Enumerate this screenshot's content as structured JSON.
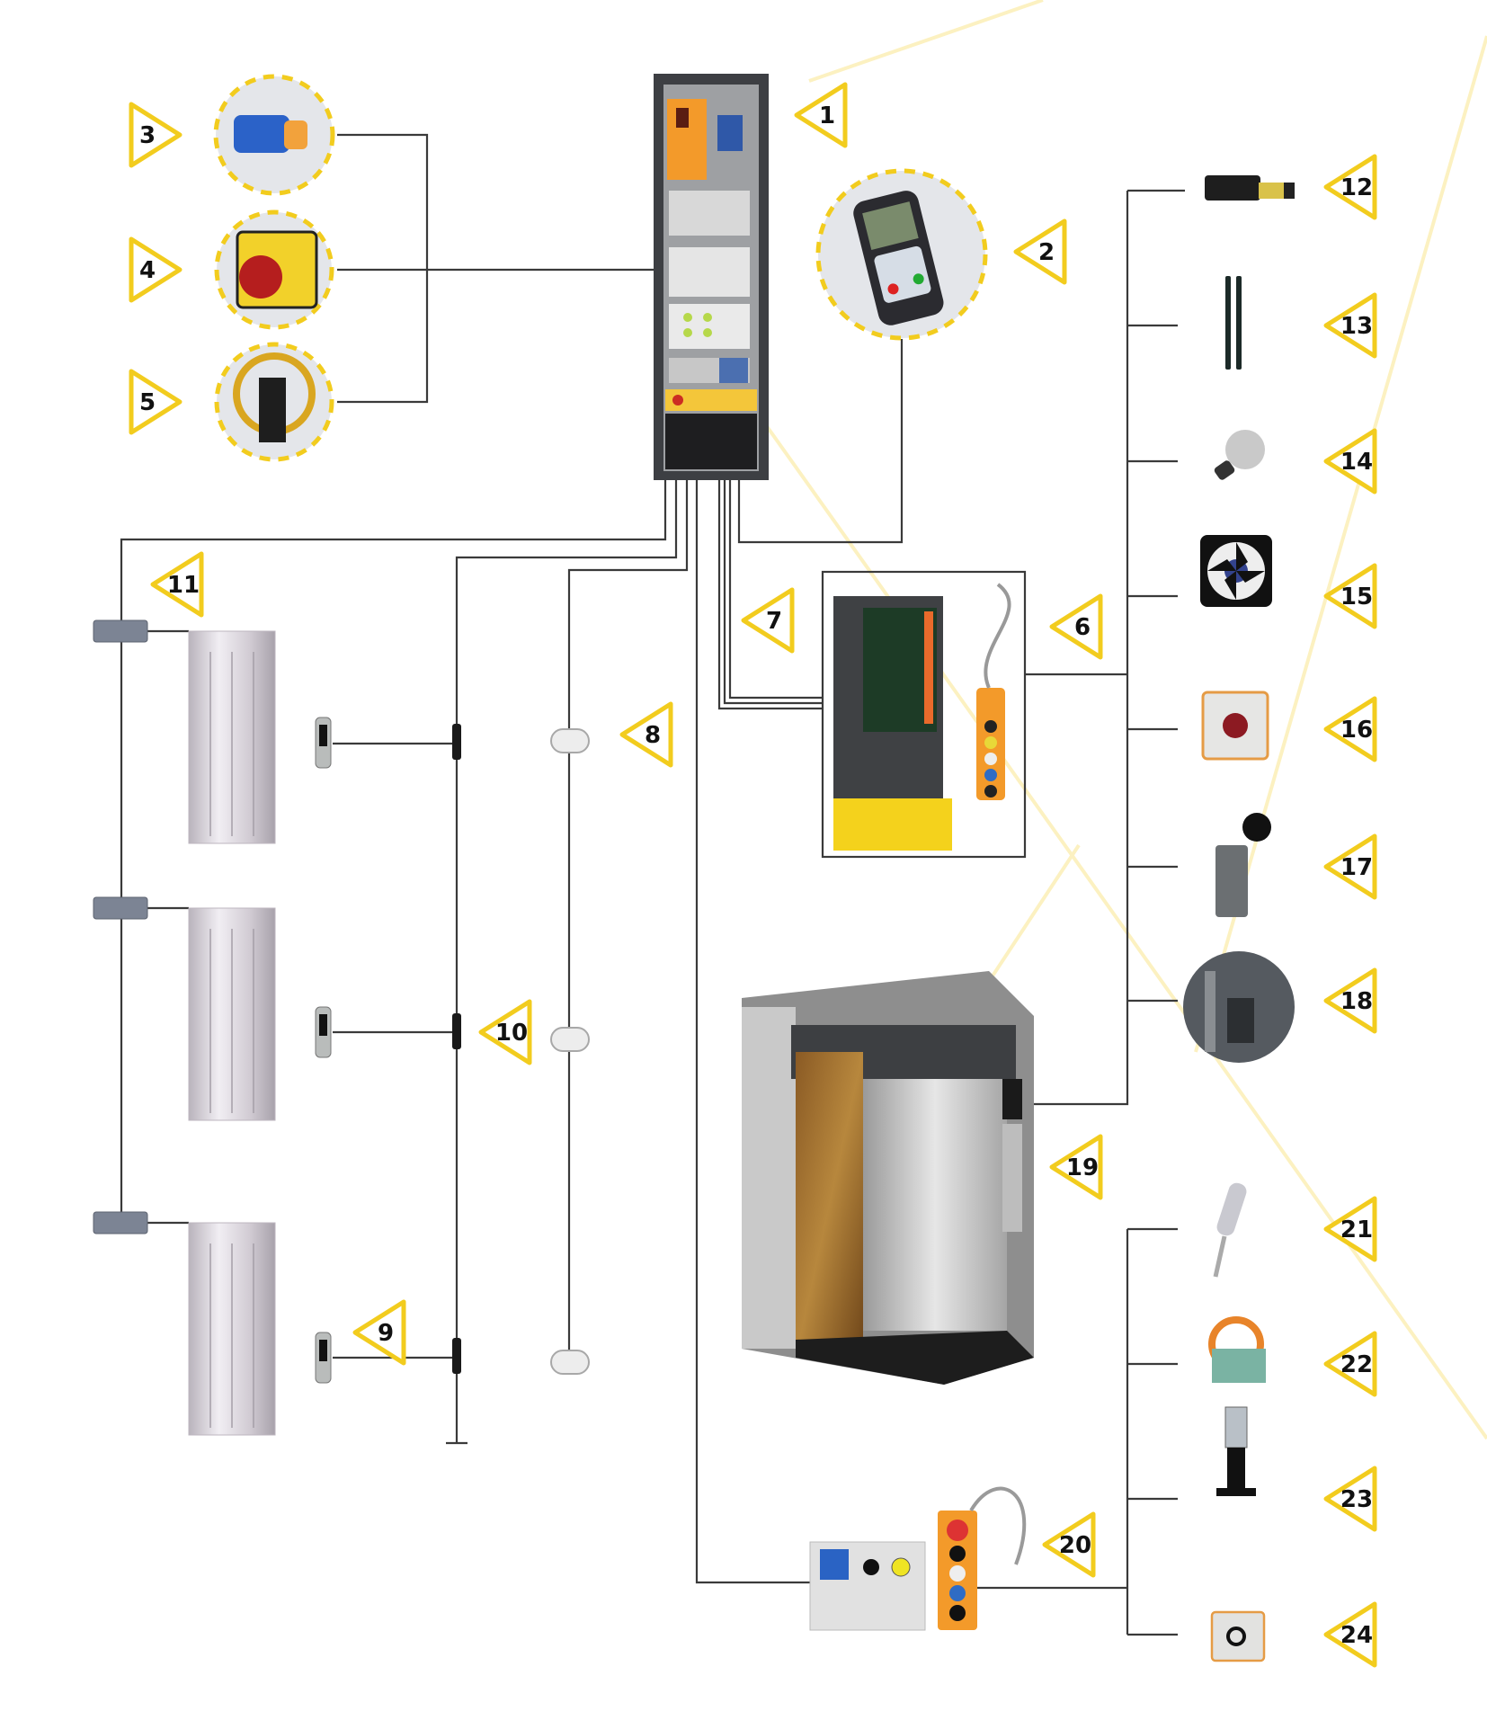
{
  "diagram": {
    "accent_color": "#f2cc1e",
    "wire_color": "#3a3a3a",
    "components": [
      {
        "number": "1",
        "icon": "control-cabinet-icon"
      },
      {
        "number": "2",
        "icon": "handheld-terminal-icon"
      },
      {
        "number": "3",
        "icon": "motor-icon"
      },
      {
        "number": "4",
        "icon": "emergency-stop-box-icon"
      },
      {
        "number": "5",
        "icon": "overspeed-governor-icon"
      },
      {
        "number": "6",
        "icon": "car-top-box-icon"
      },
      {
        "number": "7",
        "icon": "travelling-cable-icon"
      },
      {
        "number": "8",
        "icon": "shaft-lamp-icon"
      },
      {
        "number": "9",
        "icon": "landing-call-button-icon"
      },
      {
        "number": "10",
        "icon": "shaft-junction-box-icon"
      },
      {
        "number": "11",
        "icon": "door-lock-icon"
      },
      {
        "number": "12",
        "icon": "door-operator-icon"
      },
      {
        "number": "13",
        "icon": "light-curtain-icon"
      },
      {
        "number": "14",
        "icon": "light-bulb-icon"
      },
      {
        "number": "15",
        "icon": "fan-icon"
      },
      {
        "number": "16",
        "icon": "stop-button-box-icon"
      },
      {
        "number": "17",
        "icon": "limit-switch-icon"
      },
      {
        "number": "18",
        "icon": "safety-gear-icon"
      },
      {
        "number": "19",
        "icon": "elevator-car-icon"
      },
      {
        "number": "20",
        "icon": "pit-inspection-box-icon"
      },
      {
        "number": "21",
        "icon": "intercom-handset-icon"
      },
      {
        "number": "22",
        "icon": "tension-pulley-icon"
      },
      {
        "number": "23",
        "icon": "buffer-icon"
      },
      {
        "number": "24",
        "icon": "pit-switch-icon"
      }
    ]
  }
}
